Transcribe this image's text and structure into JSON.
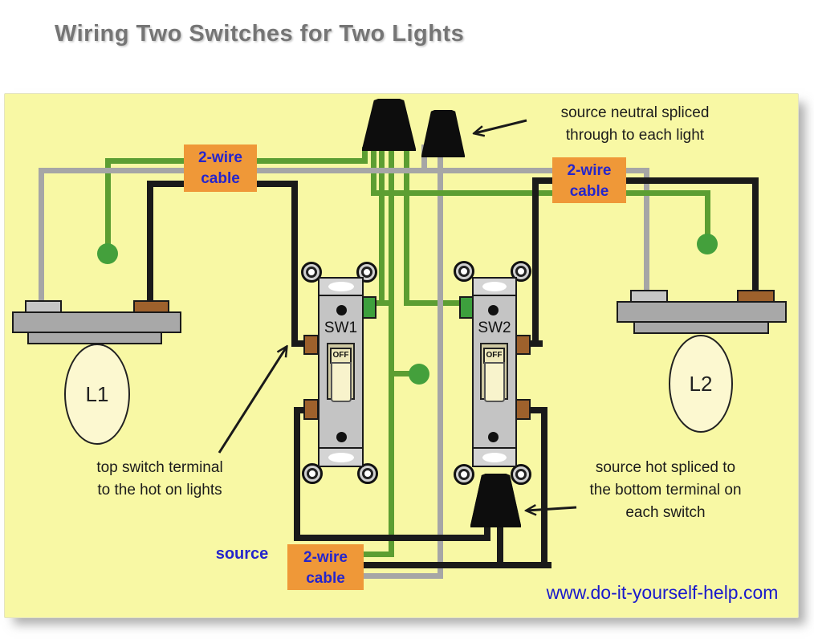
{
  "title": "Wiring Two Switches for Two Lights",
  "website_link": "www.do-it-yourself-help.com",
  "source_label": "source",
  "cable_label": {
    "line1": "2-wire",
    "line2": "cable"
  },
  "annotations": {
    "neutral_note": {
      "line1": "source neutral spliced",
      "line2": "through to each light"
    },
    "switch_terminal_note": {
      "line1": "top switch terminal",
      "line2": "to the hot on lights"
    },
    "hot_note": {
      "line1": "source hot spliced to",
      "line2": "the bottom terminal on",
      "line3": "each switch"
    }
  },
  "components": {
    "switch1": {
      "label": "SW1",
      "toggle_state": "OFF"
    },
    "switch2": {
      "label": "SW2",
      "toggle_state": "OFF"
    },
    "light1": {
      "label": "L1"
    },
    "light2": {
      "label": "L2"
    }
  },
  "colors": {
    "diagram_background": "#f8f8a4",
    "wire_ground_green": "#5c9e32",
    "wire_neutral_gray": "#a6a6a6",
    "wire_hot_black": "#1a1a1a",
    "cable_label_box": "#ef9838",
    "cable_label_text": "#2525cc",
    "link_blue": "#1919cc",
    "title_gray": "#757575"
  }
}
